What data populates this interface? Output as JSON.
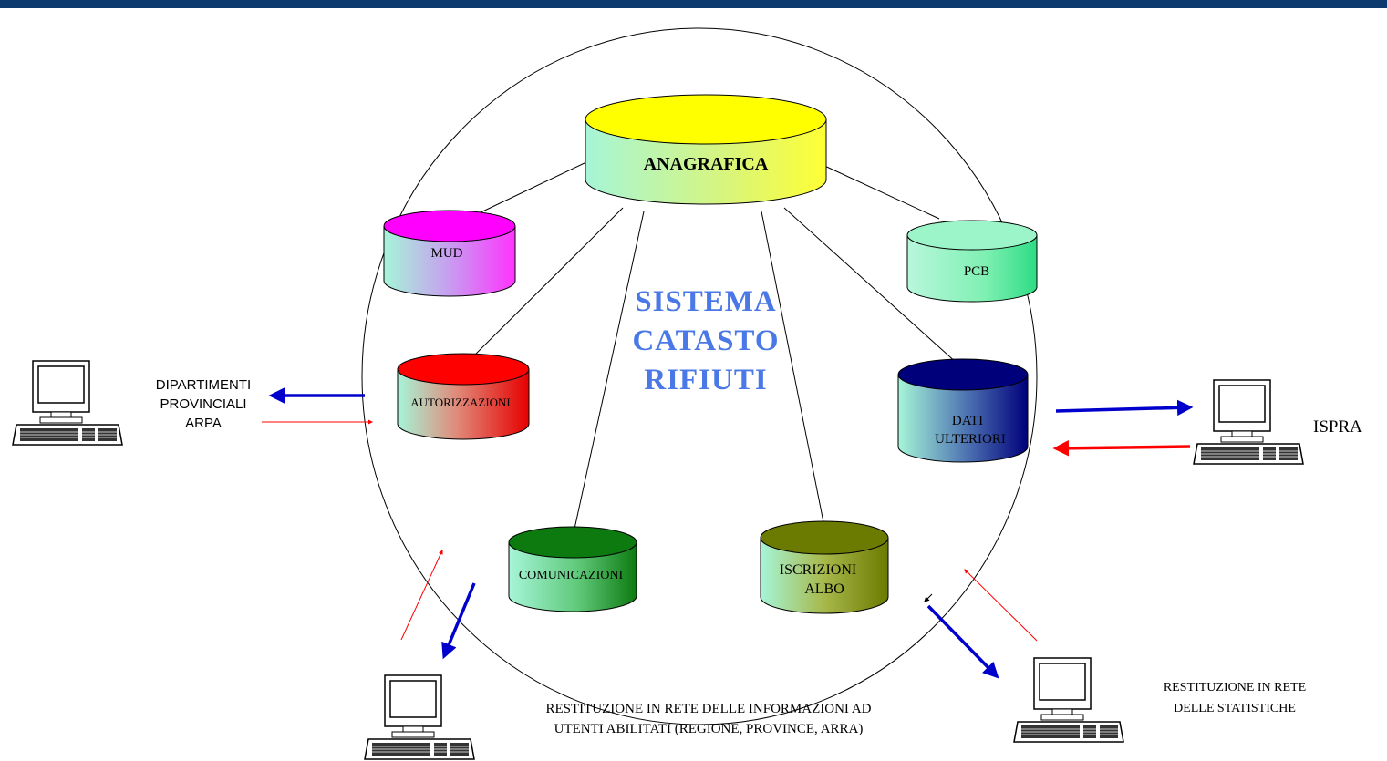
{
  "center_title": [
    "SISTEMA",
    "CATASTO",
    "RIFIUTI"
  ],
  "databases": {
    "anagrafica": "ANAGRAFICA",
    "mud": "MUD",
    "pcb": "PCB",
    "autorizzazioni": "AUTORIZZAZIONI",
    "dati_ulteriori": [
      "DATI",
      "ULTERIORI"
    ],
    "comunicazioni": "COMUNICAZIONI",
    "iscrizioni_albo": [
      "ISCRIZIONI",
      "ALBO"
    ]
  },
  "terminals": {
    "dipartimenti": [
      "DIPARTIMENTI",
      "PROVINCIALI",
      "ARPA"
    ],
    "ispra": "ISPRA",
    "utenti": [
      "RESTITUZIONE IN RETE DELLE INFORMAZIONI AD",
      "UTENTI ABILITATI (REGIONE, PROVINCE, ARRA)"
    ],
    "statistiche": [
      "RESTITUZIONE IN RETE",
      "DELLE STATISTICHE"
    ]
  },
  "colors": {
    "header_bar": "#0d3a6e",
    "anagrafica_top": "#ffff00",
    "mud_top": "#ff00ff",
    "pcb_top": "#9cf5c8",
    "autorizzazioni_top": "#ff0000",
    "dati_top": "#00007a",
    "comunicazioni_top": "#0d7a10",
    "iscrizioni_top": "#6b7a00",
    "outflow_arrow": "#0000cc",
    "inflow_arrow": "#ff0000",
    "title_text": "#4a78e6"
  }
}
